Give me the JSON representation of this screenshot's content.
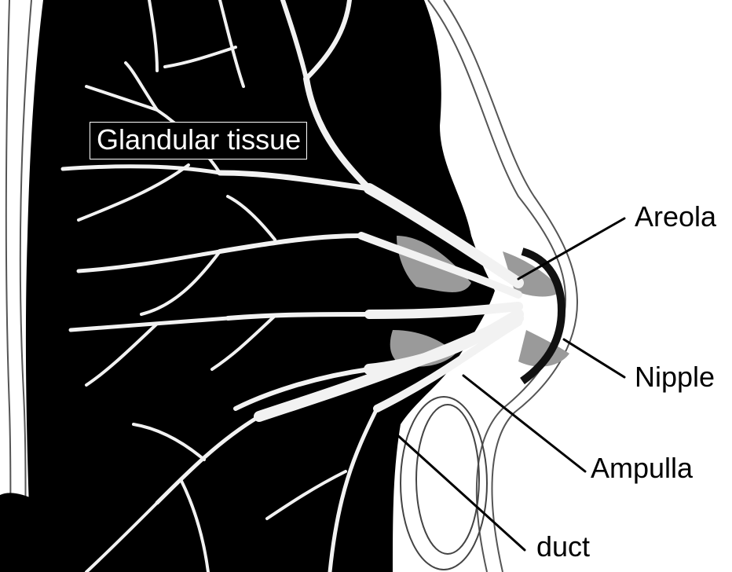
{
  "diagram": {
    "labels": {
      "glandular_tissue": "Glandular tissue",
      "areola": "Areola",
      "nipple": "Nipple",
      "ampulla": "Ampulla",
      "duct": "duct"
    },
    "colors": {
      "tissue": "#000000",
      "background": "#ffffff",
      "ducts": "#f2f2f2",
      "shading": "#9a9a9a",
      "outline": "#333333"
    }
  }
}
